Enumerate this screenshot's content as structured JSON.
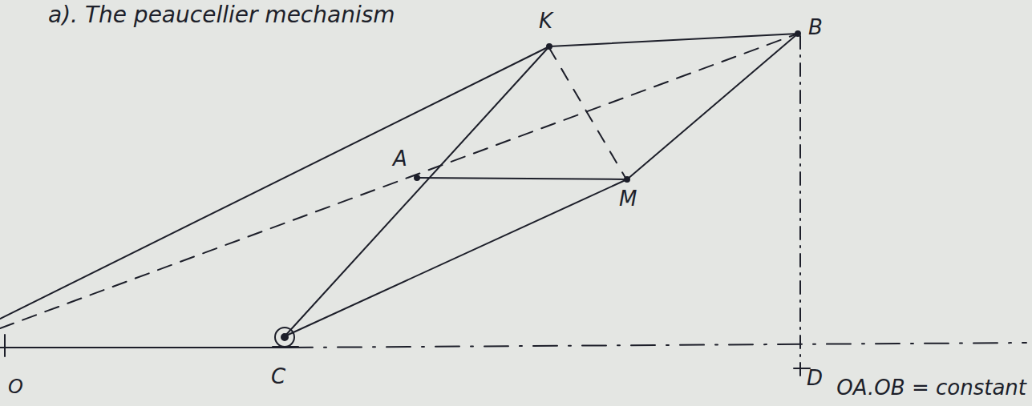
{
  "diagram": {
    "title": "a). The peaucellier mechanism",
    "labels": [
      "K",
      "B",
      "A",
      "M",
      "C",
      "D",
      "O",
      "OA.OB = constant"
    ]
  }
}
